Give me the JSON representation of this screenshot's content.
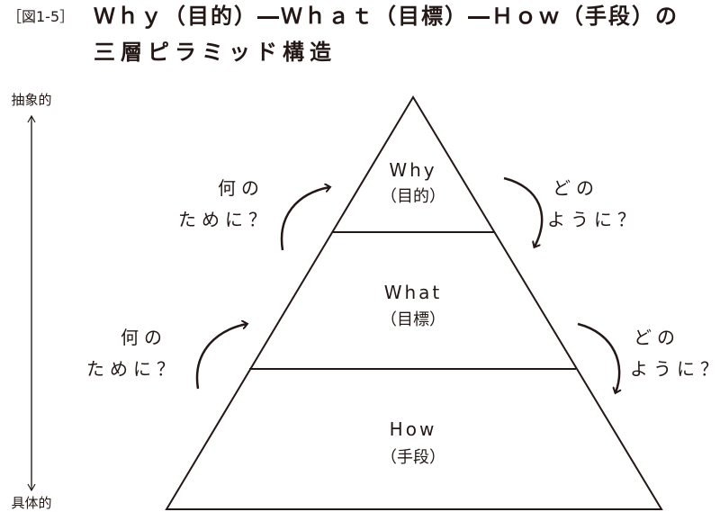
{
  "title": {
    "fig_label": "［図1-5］",
    "line1": "Ｗｈｙ（目的）―Ｗｈａｔ（目標）―Ｈｏｗ（手段）の",
    "line2": "三層ピラミッド構造"
  },
  "axis": {
    "top": "抽象的",
    "bottom": "具体的"
  },
  "levels": [
    {
      "name": "Why",
      "sub": "（目的）"
    },
    {
      "name": "What",
      "sub": "（目標）"
    },
    {
      "name": "How",
      "sub": "（手段）"
    }
  ],
  "left_labels": [
    {
      "l1": "何の",
      "l2": "ために？"
    },
    {
      "l1": "何の",
      "l2": "ために？"
    }
  ],
  "right_labels": [
    {
      "l1": "どの",
      "l2": "ように？"
    },
    {
      "l1": "どの",
      "l2": "ように？"
    }
  ]
}
